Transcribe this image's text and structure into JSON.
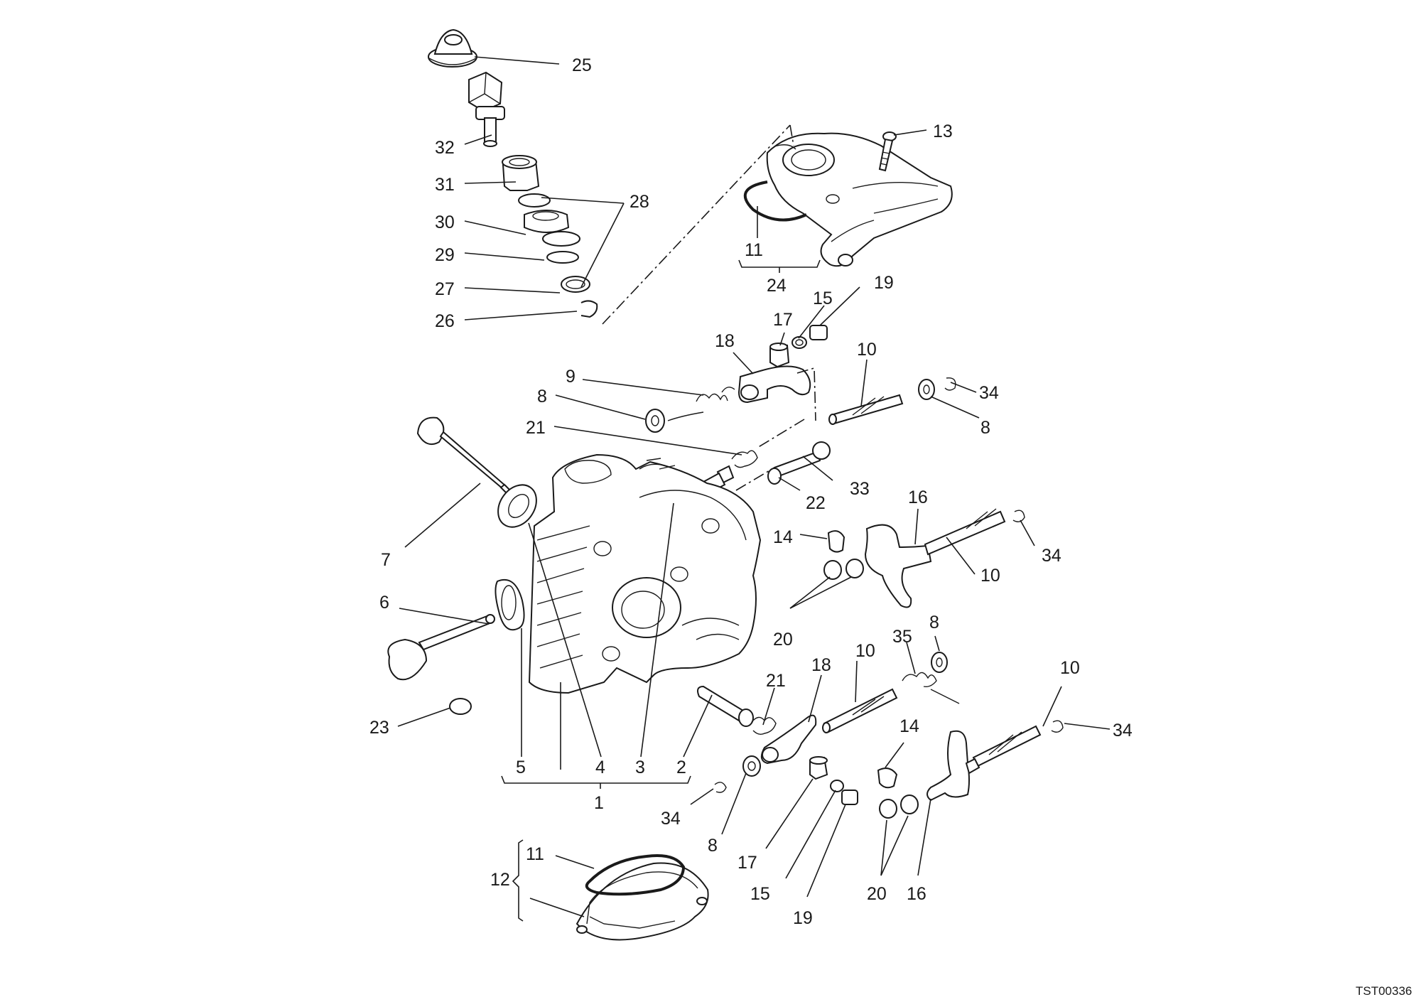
{
  "image_code": "TST00336",
  "labels": [
    "25",
    "32",
    "31",
    "30",
    "29",
    "28",
    "27",
    "26",
    "13",
    "11",
    "24",
    "19",
    "15",
    "17",
    "18",
    "9",
    "8",
    "10",
    "34",
    "8",
    "21",
    "33",
    "22",
    "7",
    "16",
    "14",
    "34",
    "10",
    "6",
    "20",
    "35",
    "8",
    "10",
    "18",
    "21",
    "23",
    "5",
    "4",
    "3",
    "2",
    "1",
    "10",
    "14",
    "34",
    "34",
    "8",
    "17",
    "15",
    "19",
    "20",
    "16",
    "11",
    "12"
  ]
}
